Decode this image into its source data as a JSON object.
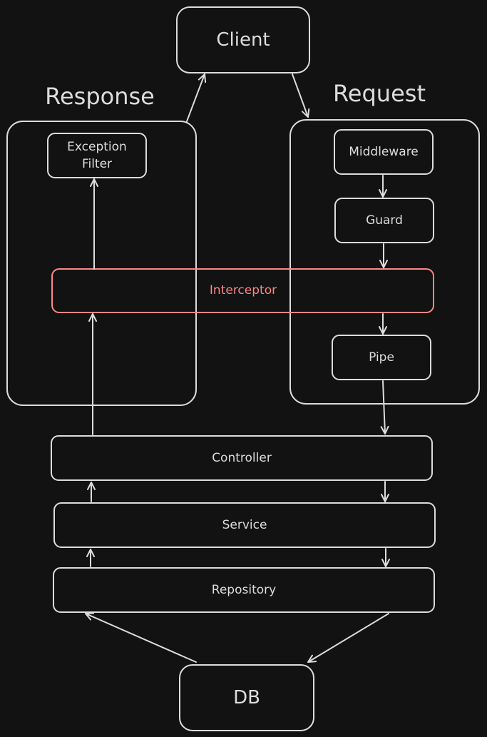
{
  "colors": {
    "background": "#121212",
    "stroke": "#dcdcdc",
    "accent": "#ff8787"
  },
  "groups": {
    "response": "Response",
    "request": "Request"
  },
  "nodes": {
    "client": "Client",
    "exception_filter_line1": "Exception",
    "exception_filter_line2": "Filter",
    "middleware": "Middleware",
    "guard": "Guard",
    "interceptor": "Interceptor",
    "pipe": "Pipe",
    "controller": "Controller",
    "service": "Service",
    "repository": "Repository",
    "db": "DB"
  },
  "edges": [
    {
      "from": "client",
      "to": "request-group"
    },
    {
      "from": "middleware",
      "to": "guard"
    },
    {
      "from": "guard",
      "to": "interceptor"
    },
    {
      "from": "interceptor",
      "to": "pipe"
    },
    {
      "from": "pipe",
      "to": "controller"
    },
    {
      "from": "controller",
      "to": "service"
    },
    {
      "from": "service",
      "to": "repository"
    },
    {
      "from": "repository",
      "to": "db"
    },
    {
      "from": "db",
      "to": "repository"
    },
    {
      "from": "repository",
      "to": "service"
    },
    {
      "from": "service",
      "to": "controller"
    },
    {
      "from": "controller",
      "to": "interceptor"
    },
    {
      "from": "interceptor",
      "to": "exception-filter"
    },
    {
      "from": "response-group",
      "to": "client"
    }
  ]
}
